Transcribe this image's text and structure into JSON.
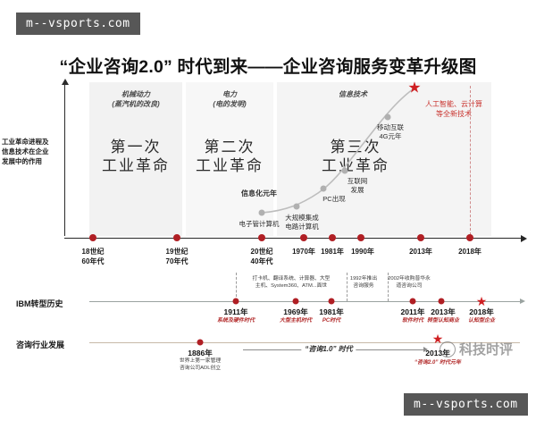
{
  "watermarks": {
    "top": "m--vsports.com",
    "bottom": "m--vsports.com",
    "logo_text": "科技时评"
  },
  "title": "“企业咨询2.0” 时代到来——企业咨询服务变革升级图",
  "chart_data": {
    "type": "line",
    "title": "“企业咨询2.0” 时代到来——企业咨询服务变革升级图",
    "ylabel": "工业革命进程及信息技术在企业发展中的作用",
    "xlabel": "",
    "grid": false,
    "legend": "none",
    "categories": [
      "18世纪60年代",
      "19世纪70年代",
      "20世纪40年代",
      "1970年",
      "1981年",
      "1990年",
      "2013年",
      "2018年"
    ],
    "eras": [
      {
        "sub": "机械动力\n(蒸汽机的改良)",
        "sub_line1": "机械动力",
        "sub_line2": "(蒸汽机的改良)",
        "main_line1": "第一次",
        "main_line2": "工业革命"
      },
      {
        "sub_line1": "电力",
        "sub_line2": "(电的发明)",
        "main_line1": "第二次",
        "main_line2": "工业革命"
      },
      {
        "sub_line1": "信息技术",
        "sub_line2": "",
        "main_line1": "第三次",
        "main_line2": "工业革命"
      }
    ],
    "series": [
      {
        "name": "信息技术在企业发展中的作用",
        "points": [
          {
            "x": "20世纪40年代",
            "label": "电子管计算机",
            "above": "信息化元年",
            "value": 12
          },
          {
            "x": "1970年",
            "label": "大规模集成\n电路计算机",
            "value": 22
          },
          {
            "x": "1981年",
            "label": "PC出现",
            "value": 34
          },
          {
            "x": "1990年",
            "label": "互联网\n发展",
            "value": 46
          },
          {
            "x": "2013年",
            "label": "移动互联\n4G元年",
            "value": 78
          },
          {
            "x": "2018年",
            "label": "人工智能、云计算\n等全新技术",
            "value": 100,
            "marker": "star",
            "color": "#cf1f22"
          }
        ]
      }
    ]
  },
  "yaxis_label": "工业革命进程及\n信息技术在企业\n发展中的作用",
  "yaxis_label_lines": [
    "工业革命进程及",
    "信息技术在企业",
    "发展中的作用"
  ],
  "eras": {
    "era1_sub1": "机械动力",
    "era1_sub2": "(蒸汽机的改良)",
    "era1_main1": "第一次",
    "era1_main2": "工业革命",
    "era2_sub1": "电力",
    "era2_sub2": "(电的发明)",
    "era2_main1": "第二次",
    "era2_main2": "工业革命",
    "era3_sub1": "信息技术",
    "era3_main1": "第三次",
    "era3_main2": "工业革命"
  },
  "curve_labels": {
    "info_year": "信息化元年",
    "tube_computer": "电子管计算机",
    "lsi_line1": "大规模集成",
    "lsi_line2": "电路计算机",
    "pc": "PC出现",
    "internet_line1": "互联网",
    "internet_line2": "发展",
    "mobile_line1": "移动互联",
    "mobile_line2": "4G元年",
    "ai_line1": "人工智能、云计算",
    "ai_line2": "等全新技术"
  },
  "timeline_main": {
    "ticks": [
      {
        "label_line1": "18世纪",
        "label_line2": "60年代"
      },
      {
        "label_line1": "19世纪",
        "label_line2": "70年代"
      },
      {
        "label_line1": "20世纪",
        "label_line2": "40年代"
      },
      {
        "label_line1": "1970年",
        "label_line2": ""
      },
      {
        "label_line1": "1981年",
        "label_line2": ""
      },
      {
        "label_line1": "1990年",
        "label_line2": ""
      },
      {
        "label_line1": "2013年",
        "label_line2": ""
      },
      {
        "label_line1": "2018年",
        "label_line2": ""
      }
    ]
  },
  "rows": {
    "ibm": {
      "label": "IBM转型历史",
      "note1_line1": "打卡机、翻译系统、计算器、大型",
      "note1_line2": "主机、System360、ATM...面世",
      "note2_line1": "1992年推出",
      "note2_line2": "咨询服务",
      "note3_line1": "2002年收购普华永",
      "note3_line2": "道咨询公司",
      "milestones": [
        {
          "year": "1911年",
          "sub": "系统及硬件时代"
        },
        {
          "year": "1969年",
          "sub": "大型主机时代"
        },
        {
          "year": "1981年",
          "sub": "PC时代"
        },
        {
          "year": "2011年",
          "sub": "软件时代"
        },
        {
          "year": "2013年",
          "sub": "转型认知商业"
        },
        {
          "year": "2018年",
          "sub": "认知型企业",
          "marker": "star"
        }
      ]
    },
    "consulting": {
      "label": "咨询行业发展",
      "milestones": [
        {
          "year": "1886年",
          "note_line1": "世界上第一家管理",
          "note_line2": "咨询公司ADL创立"
        },
        {
          "year": "2013年",
          "sub": "“咨询2.0” 时代元年",
          "marker": "star"
        }
      ],
      "era_arrow_text": "“咨询1.0” 时代"
    }
  },
  "colors": {
    "accent_red": "#b01f24",
    "star_red": "#cf1f22",
    "band_gray": "#f2f2f2",
    "watermark_bg": "#575757"
  }
}
